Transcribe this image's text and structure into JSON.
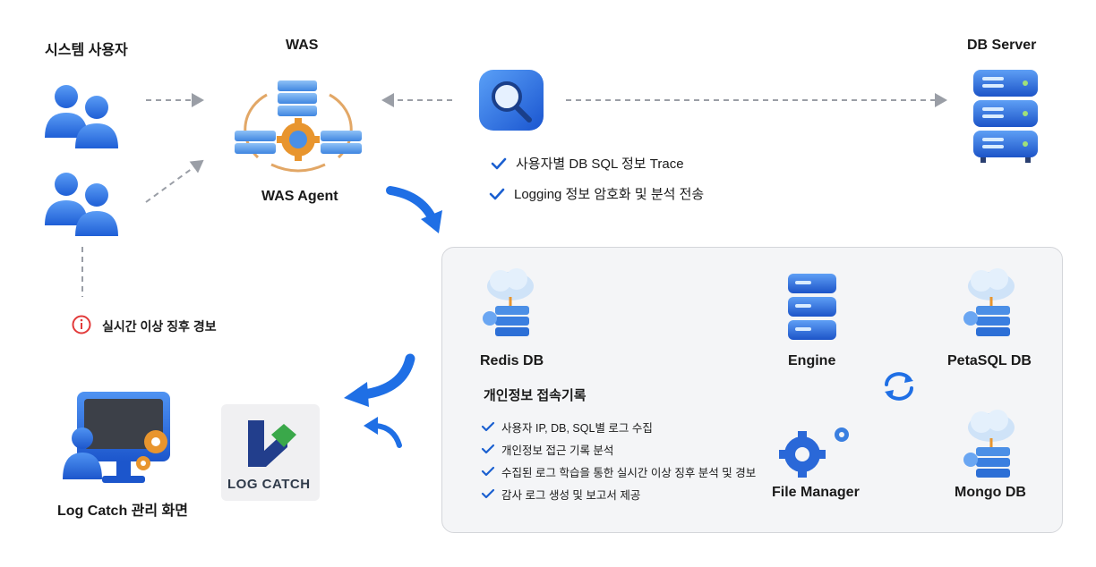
{
  "headers": {
    "users": "시스템 사용자",
    "was": "WAS",
    "db_server": "DB Server"
  },
  "was_agent_label": "WAS Agent",
  "trace_features": [
    "사용자별 DB SQL 정보 Trace",
    "Logging 정보 암호화 및 분석 전송"
  ],
  "alert_label": "실시간 이상 징후 경보",
  "panel": {
    "redis_label": "Redis DB",
    "engine_label": "Engine",
    "petasql_label": "PetaSQL DB",
    "mongo_label": "Mongo DB",
    "file_manager_label": "File Manager",
    "section_title": "개인정보 접속기록",
    "items": [
      "사용자 IP, DB, SQL별 로그 수집",
      "개인정보 접근 기록 분석",
      "수집된 로그 학습을 통한 실시간 이상 징후 분석 및 경보",
      "감사 로그 생성 및 보고서 제공"
    ]
  },
  "logcatch_screen_label": "Log Catch 관리 화면",
  "logo_text": "LOG CATCH",
  "colors": {
    "primary_blue": "#1f6fe5",
    "check_blue": "#1a5fd0",
    "dash_gray": "#9a9ea6",
    "alert_red": "#e23a3a",
    "gear_orange": "#e8952e",
    "logo_green": "#3aa84a",
    "logo_navy": "#223e8c"
  }
}
